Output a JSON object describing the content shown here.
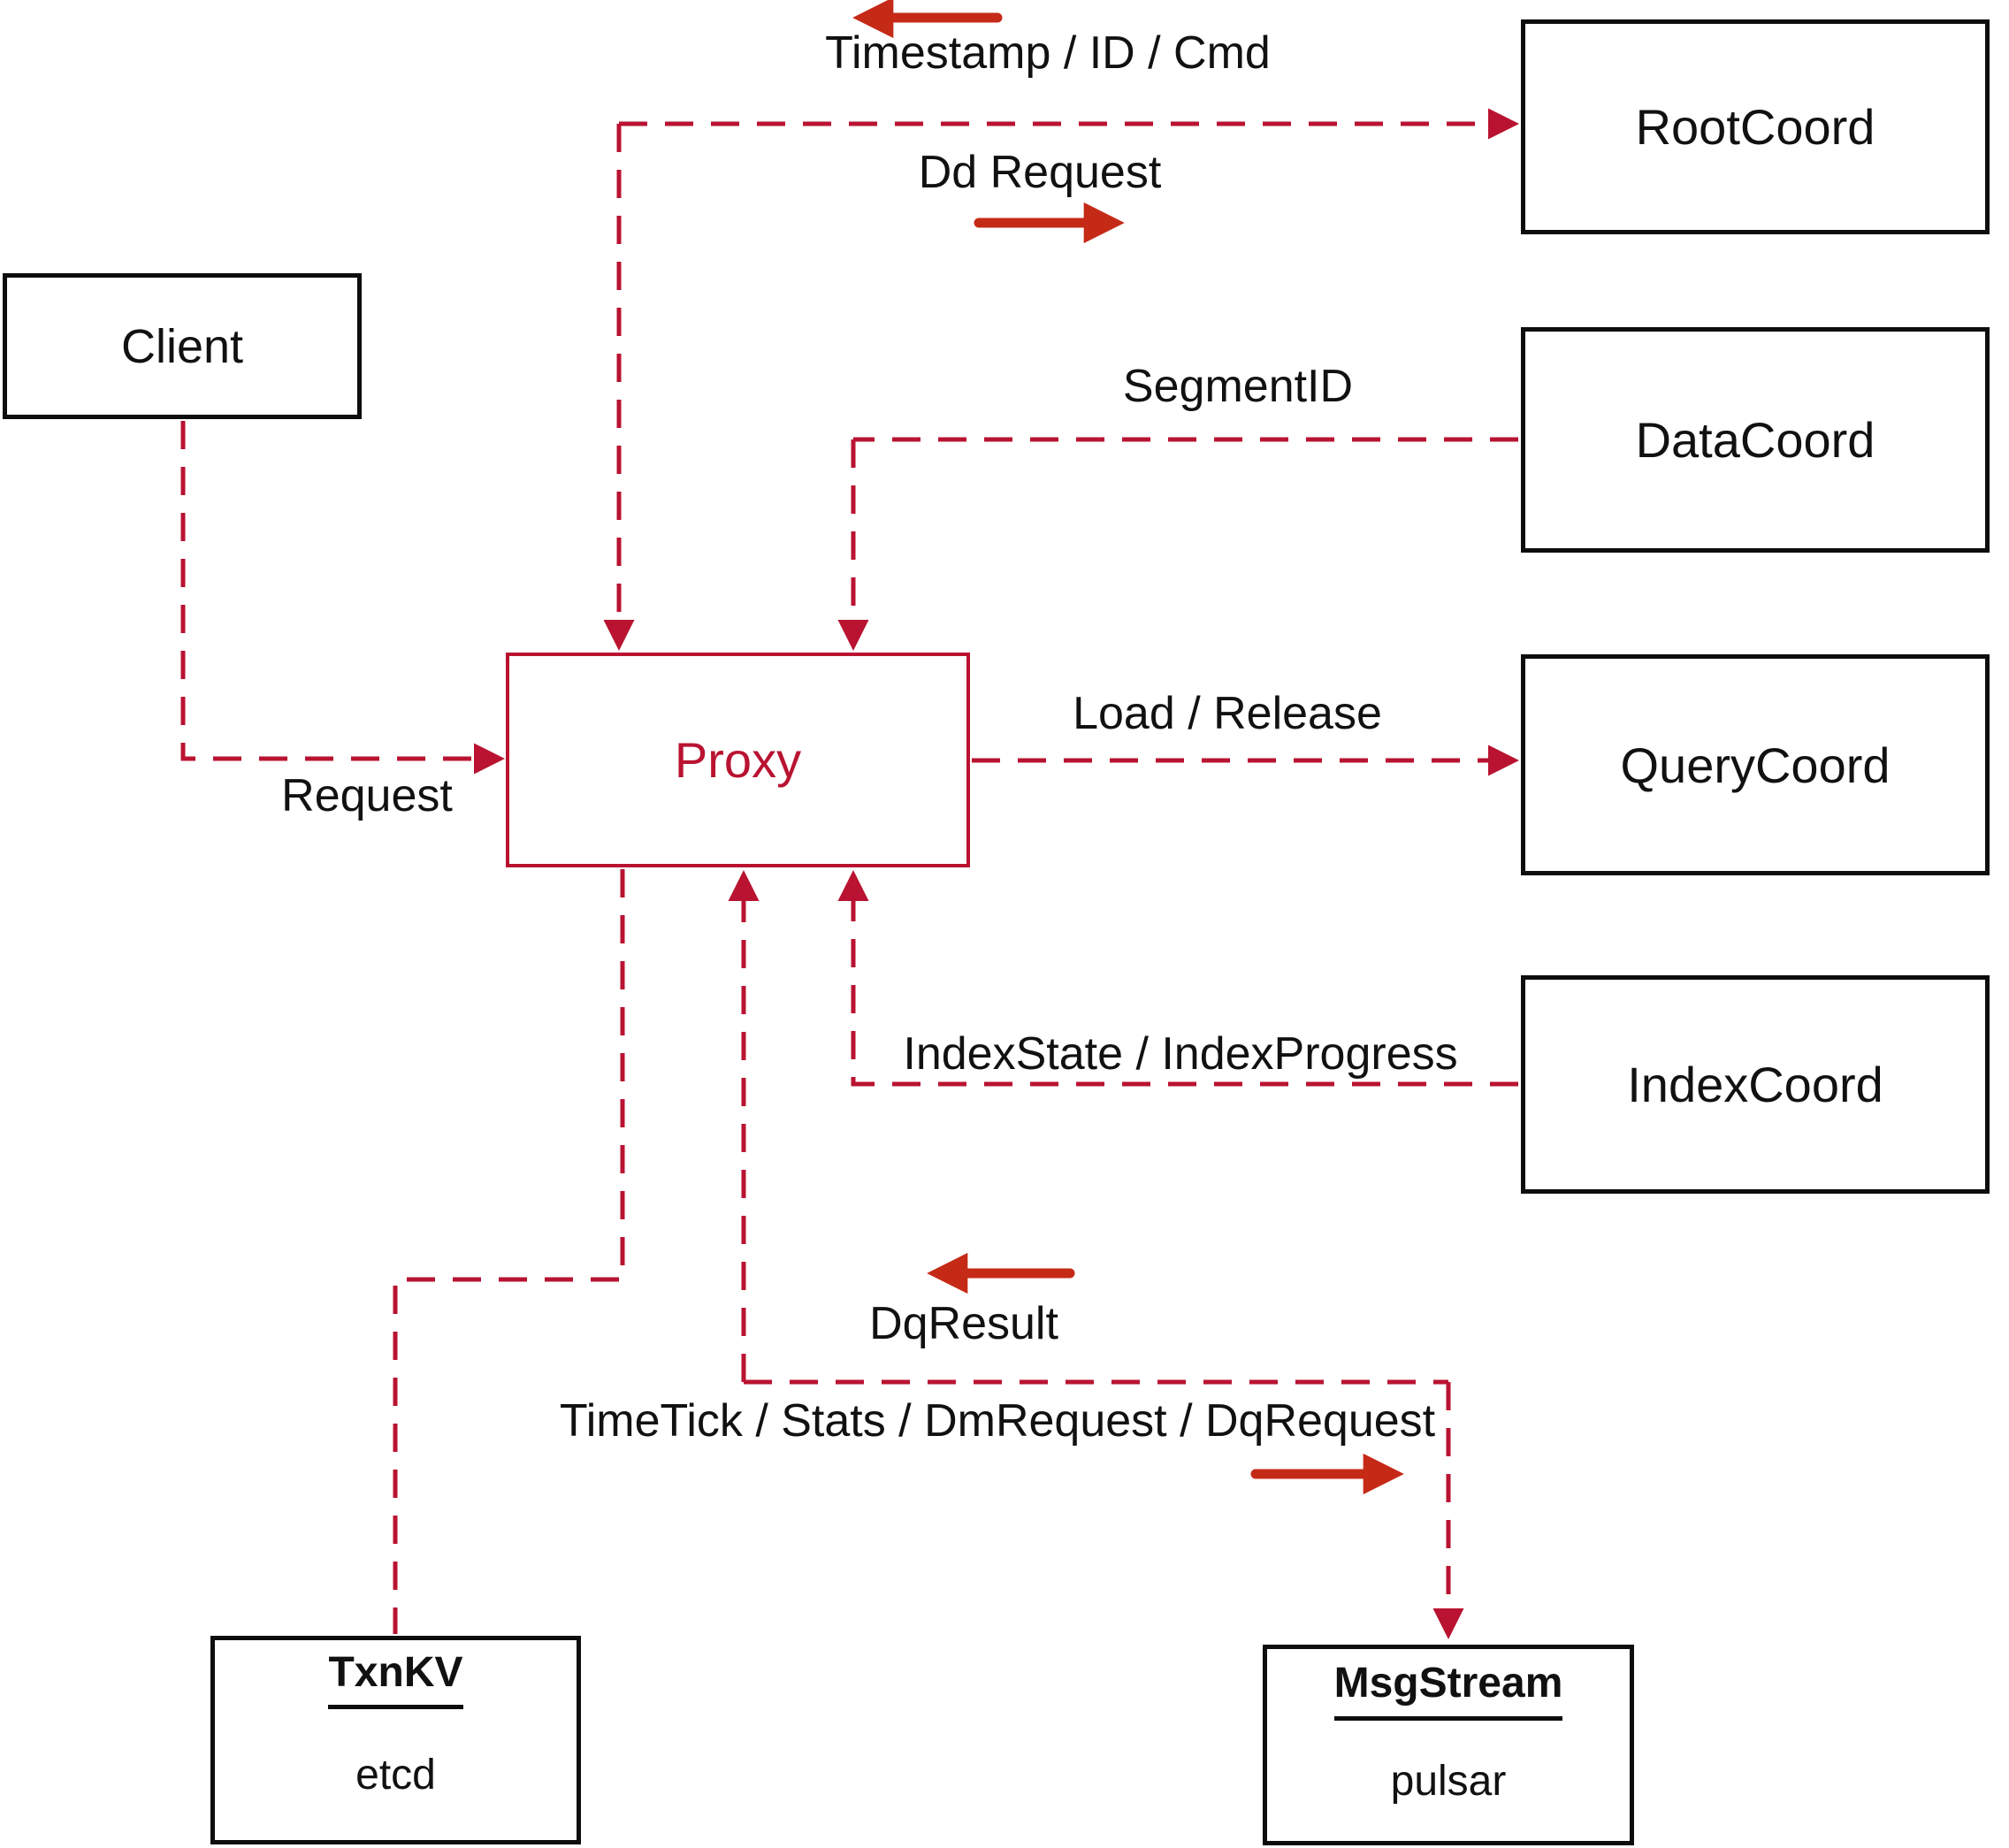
{
  "nodes": {
    "client": {
      "label": "Client"
    },
    "proxy": {
      "label": "Proxy"
    },
    "rootcoord": {
      "label": "RootCoord"
    },
    "datacoord": {
      "label": "DataCoord"
    },
    "querycoord": {
      "label": "QueryCoord"
    },
    "indexcoord": {
      "label": "IndexCoord"
    },
    "txnkv": {
      "title": "TxnKV",
      "body": "etcd"
    },
    "msgstream": {
      "title": "MsgStream",
      "body": "pulsar"
    }
  },
  "edge_labels": {
    "timestamp_id_cmd": "Timestamp / ID / Cmd",
    "dd_request": "Dd Request",
    "segment_id": "SegmentID",
    "request": "Request",
    "load_release": "Load / Release",
    "index_state_progress": "IndexState / IndexProgress",
    "dq_result": "DqResult",
    "time_tick": "TimeTick / Stats / DmRequest / DqRequest"
  },
  "colors": {
    "dashed_line": "#b91331",
    "solid_arrow": "#c52a17",
    "box_border": "#0d0d0d",
    "text": "#111111",
    "background": "#ffffff"
  }
}
